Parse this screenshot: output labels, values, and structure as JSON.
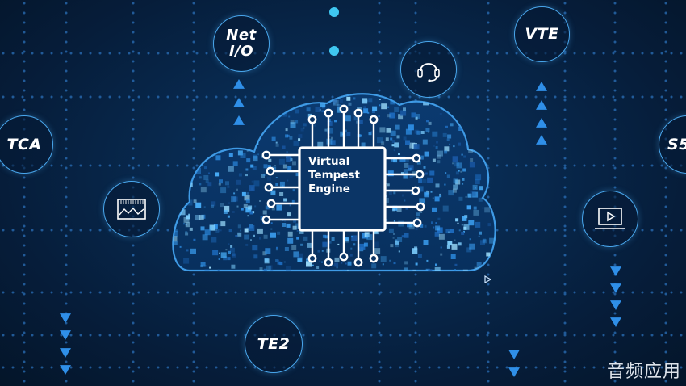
{
  "chip": {
    "line1": "Virtual",
    "line2": "Tempest",
    "line3": "Engine"
  },
  "nodes": {
    "net_io": {
      "line1": "Net",
      "line2": "I/O"
    },
    "vte": "VTE",
    "tca": "TCA",
    "s5": "S5",
    "te2": "TE2",
    "headset": "headset-icon",
    "waveform": "waveform-monitor-icon",
    "video": "video-player-icon"
  },
  "colors": {
    "background": "#061d3a",
    "accent": "#4aa8ee",
    "arrow": "#2f8fe8",
    "chip_border": "#ffffff"
  },
  "watermark": "音频应用"
}
